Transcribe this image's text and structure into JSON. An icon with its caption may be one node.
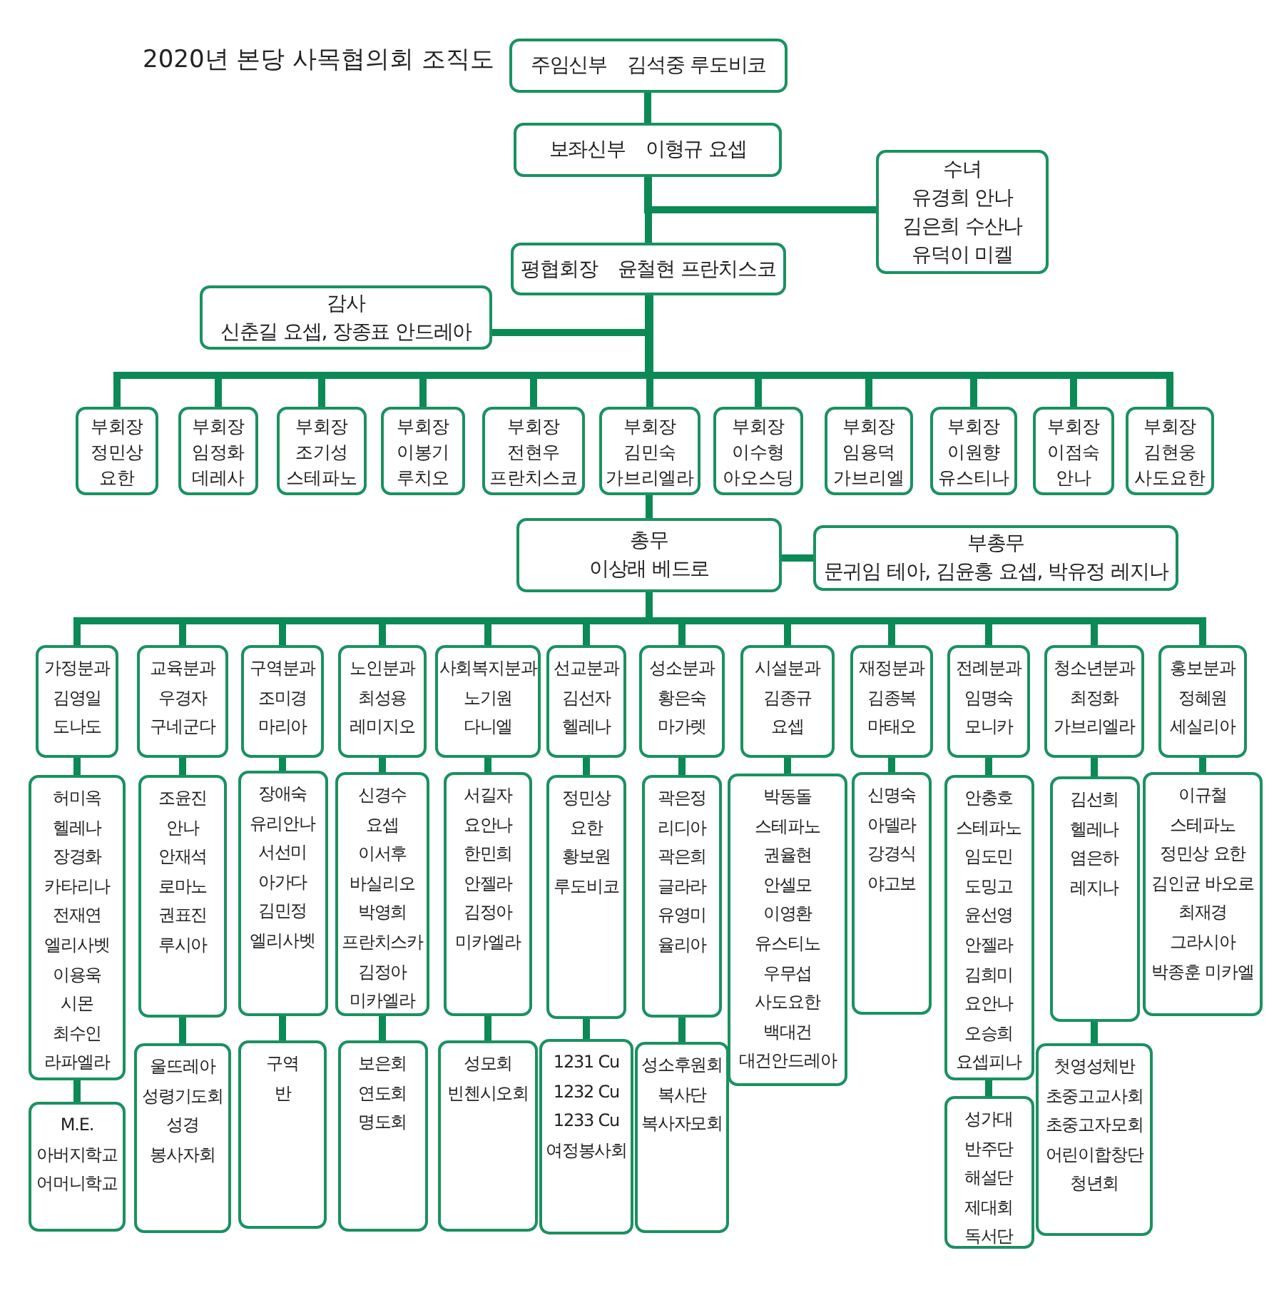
{
  "diagram": {
    "title": "2020년 본당 사목협의회 조직도",
    "nodes": [
      {
        "text": [
          "주임신부",
          "김석중 루도비코"
        ]
      },
      {
        "text": [
          "보좌신부",
          "이형규 요셉"
        ]
      },
      {
        "text": [
          "수녀",
          "유경희 안나",
          "김은희 수산나",
          "유덕이 미켈"
        ]
      },
      {
        "text": [
          "평협회장",
          "윤철현 프란치스코"
        ]
      },
      {
        "text": [
          "감사",
          "신춘길 요셉, 장종표 안드레아"
        ]
      },
      {
        "text": [
          "부회장",
          "정민상",
          "요한"
        ]
      },
      {
        "text": [
          "부회장",
          "임정화",
          "데레사"
        ]
      },
      {
        "text": [
          "부회장",
          "조기성",
          "스테파노"
        ]
      },
      {
        "text": [
          "부회장",
          "이봉기",
          "루치오"
        ]
      },
      {
        "text": [
          "부회장",
          "전현우",
          "프란치스코"
        ]
      },
      {
        "text": [
          "부회장",
          "김민숙",
          "가브리엘라"
        ]
      },
      {
        "text": [
          "부회장",
          "이수형",
          "아오스딩"
        ]
      },
      {
        "text": [
          "부회장",
          "임용덕",
          "가브리엘"
        ]
      },
      {
        "text": [
          "부회장",
          "이원향",
          "유스티나"
        ]
      },
      {
        "text": [
          "부회장",
          "이점숙",
          "안나"
        ]
      },
      {
        "text": [
          "부회장",
          "김현웅",
          "사도요한"
        ]
      },
      {
        "text": [
          "총무",
          "이상래 베드로"
        ]
      },
      {
        "text": [
          "부총무",
          "문귀임 테아, 김윤홍 요셉, 박유정 레지나"
        ]
      },
      {
        "text": [
          "가정분과",
          "김영일",
          "도나도"
        ]
      },
      {
        "text": [
          "교육분과",
          "우경자",
          "구네군다"
        ]
      },
      {
        "text": [
          "구역분과",
          "조미경",
          "마리아"
        ]
      },
      {
        "text": [
          "노인분과",
          "최성용",
          "레미지오"
        ]
      },
      {
        "text": [
          "사회복지분과",
          "노기원",
          "다니엘"
        ]
      },
      {
        "text": [
          "선교분과",
          "김선자",
          "헬레나"
        ]
      },
      {
        "text": [
          "성소분과",
          "황은숙",
          "마가렛"
        ]
      },
      {
        "text": [
          "시설분과",
          "김종규",
          "요셉"
        ]
      },
      {
        "text": [
          "재정분과",
          "김종복",
          "마태오"
        ]
      },
      {
        "text": [
          "전례분과",
          "임명숙",
          "모니카"
        ]
      },
      {
        "text": [
          "청소년분과",
          "최정화",
          "가브리엘라"
        ]
      },
      {
        "text": [
          "홍보분과",
          "정혜원",
          "세실리아"
        ]
      },
      {
        "text": [
          "허미옥",
          "헬레나",
          "장경화",
          "카타리나",
          "전재연",
          "엘리사벳",
          "이용욱",
          "시몬",
          "최수인",
          "라파엘라"
        ]
      },
      {
        "text": [
          "조윤진",
          "안나",
          "안재석",
          "로마노",
          "권표진",
          "루시아"
        ]
      },
      {
        "text": [
          "장애숙",
          "유리안나",
          "서선미",
          "아가다",
          "김민정",
          "엘리사벳"
        ]
      },
      {
        "text": [
          "신경수",
          "요셉",
          "이서후",
          "바실리오",
          "박영희",
          "프란치스카",
          "김정아",
          "미카엘라"
        ]
      },
      {
        "text": [
          "서길자",
          "요안나",
          "한민희",
          "안젤라",
          "김정아",
          "미카엘라"
        ]
      },
      {
        "text": [
          "정민상",
          "요한",
          "황보원",
          "루도비코"
        ]
      },
      {
        "text": [
          "곽은정",
          "리디아",
          "곽은희",
          "글라라",
          "유영미",
          "율리아"
        ]
      },
      {
        "text": [
          "박동돌",
          "스테파노",
          "권율현",
          "안셀모",
          "이영환",
          "유스티노",
          "우무섭",
          "사도요한",
          "백대건",
          "대건안드레아"
        ]
      },
      {
        "text": [
          "신명숙",
          "아델라",
          "강경식",
          "야고보"
        ]
      },
      {
        "text": [
          "안충호",
          "스테파노",
          "임도민",
          "도밍고",
          "윤선영",
          "안젤라",
          "김희미",
          "요안나",
          "오승희",
          "요셉피나"
        ]
      },
      {
        "text": [
          "김선희",
          "헬레나",
          "염은하",
          "레지나"
        ]
      },
      {
        "text": [
          "이규철",
          "스테파노",
          "정민상 요한",
          "김인균 바오로",
          "최재경",
          "그라시아",
          "박종훈 미카엘"
        ]
      },
      {
        "text": [
          "M.E.",
          "아버지학교",
          "어머니학교"
        ]
      },
      {
        "text": [
          "울뜨레아",
          "성령기도회",
          "성경",
          "봉사자회"
        ]
      },
      {
        "text": [
          "구역",
          "반"
        ]
      },
      {
        "text": [
          "보은회",
          "연도회",
          "명도회"
        ]
      },
      {
        "text": [
          "성모회",
          "빈첸시오회"
        ]
      },
      {
        "text": [
          "1231 Cu",
          "1232 Cu",
          "1233 Cu",
          "여정봉사회"
        ]
      },
      {
        "text": [
          "성소후원회",
          "복사단",
          "복사자모회"
        ]
      },
      {
        "text": [
          "성가대",
          "반주단",
          "해설단",
          "제대회",
          "독서단"
        ]
      },
      {
        "text": [
          "첫영성체반",
          "초중고교사회",
          "초중고자모회",
          "어린이합창단",
          "청년회"
        ]
      }
    ],
    "edges": [
      {
        "from": 0,
        "to": 1,
        "arrow": "none"
      },
      {
        "from": 1,
        "to": 2,
        "arrow": "none"
      },
      {
        "from": 1,
        "to": 3,
        "arrow": "none"
      },
      {
        "from": 3,
        "to": 4,
        "arrow": "none"
      },
      {
        "from": 3,
        "to": 5,
        "arrow": "none"
      },
      {
        "from": 3,
        "to": 6,
        "arrow": "none"
      },
      {
        "from": 3,
        "to": 7,
        "arrow": "none"
      },
      {
        "from": 3,
        "to": 8,
        "arrow": "none"
      },
      {
        "from": 3,
        "to": 9,
        "arrow": "none"
      },
      {
        "from": 3,
        "to": 10,
        "arrow": "none"
      },
      {
        "from": 3,
        "to": 11,
        "arrow": "none"
      },
      {
        "from": 3,
        "to": 12,
        "arrow": "none"
      },
      {
        "from": 3,
        "to": 13,
        "arrow": "none"
      },
      {
        "from": 3,
        "to": 14,
        "arrow": "none"
      },
      {
        "from": 3,
        "to": 15,
        "arrow": "none"
      },
      {
        "from": 10,
        "to": 16,
        "arrow": "none"
      },
      {
        "from": 16,
        "to": 17,
        "arrow": "none"
      },
      {
        "from": 16,
        "to": 18,
        "arrow": "none"
      },
      {
        "from": 16,
        "to": 19,
        "arrow": "none"
      },
      {
        "from": 16,
        "to": 20,
        "arrow": "none"
      },
      {
        "from": 16,
        "to": 21,
        "arrow": "none"
      },
      {
        "from": 16,
        "to": 22,
        "arrow": "none"
      },
      {
        "from": 16,
        "to": 23,
        "arrow": "none"
      },
      {
        "from": 16,
        "to": 24,
        "arrow": "none"
      },
      {
        "from": 16,
        "to": 25,
        "arrow": "none"
      },
      {
        "from": 16,
        "to": 26,
        "arrow": "none"
      },
      {
        "from": 16,
        "to": 27,
        "arrow": "none"
      },
      {
        "from": 16,
        "to": 28,
        "arrow": "none"
      },
      {
        "from": 16,
        "to": 29,
        "arrow": "none"
      },
      {
        "from": 18,
        "to": 30,
        "arrow": "none"
      },
      {
        "from": 19,
        "to": 31,
        "arrow": "none"
      },
      {
        "from": 20,
        "to": 32,
        "arrow": "none"
      },
      {
        "from": 21,
        "to": 33,
        "arrow": "none"
      },
      {
        "from": 22,
        "to": 34,
        "arrow": "none"
      },
      {
        "from": 23,
        "to": 35,
        "arrow": "none"
      },
      {
        "from": 24,
        "to": 36,
        "arrow": "none"
      },
      {
        "from": 25,
        "to": 37,
        "arrow": "none"
      },
      {
        "from": 26,
        "to": 38,
        "arrow": "none"
      },
      {
        "from": 27,
        "to": 39,
        "arrow": "none"
      },
      {
        "from": 28,
        "to": 40,
        "arrow": "none"
      },
      {
        "from": 29,
        "to": 41,
        "arrow": "none"
      },
      {
        "from": 30,
        "to": 42,
        "arrow": "none"
      },
      {
        "from": 31,
        "to": 43,
        "arrow": "none"
      },
      {
        "from": 32,
        "to": 44,
        "arrow": "none"
      },
      {
        "from": 33,
        "to": 45,
        "arrow": "none"
      },
      {
        "from": 34,
        "to": 46,
        "arrow": "none"
      },
      {
        "from": 35,
        "to": 47,
        "arrow": "none"
      },
      {
        "from": 36,
        "to": 48,
        "arrow": "none"
      },
      {
        "from": 39,
        "to": 49,
        "arrow": "none"
      },
      {
        "from": 40,
        "to": 50,
        "arrow": "none"
      }
    ]
  }
}
